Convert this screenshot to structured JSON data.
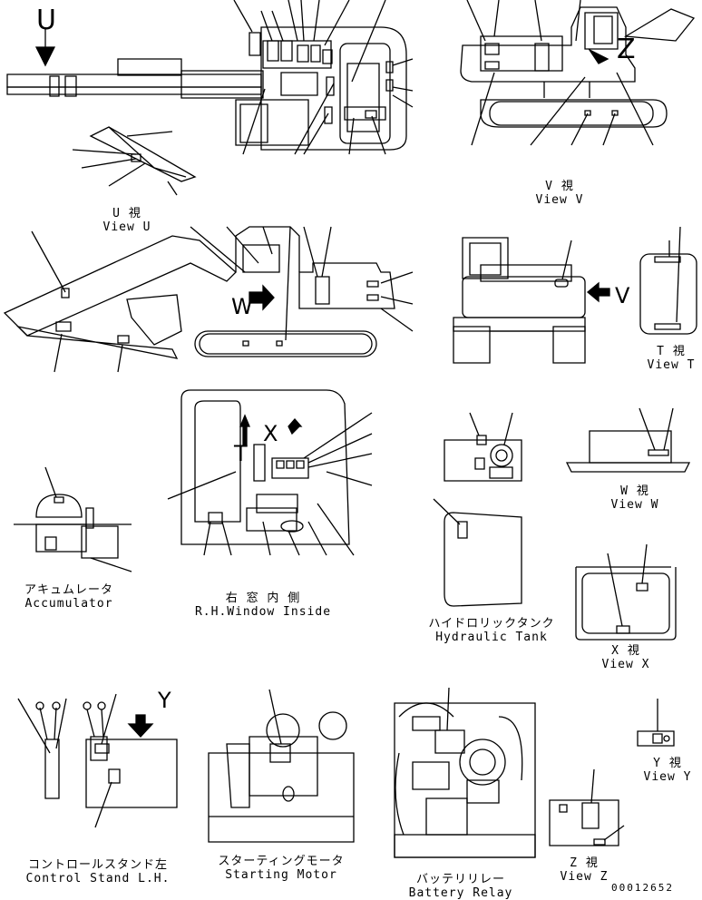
{
  "labels": {
    "view_u_jp": "U 視",
    "view_u_en": "View U",
    "view_v_jp": "V 視",
    "view_v_en": "View V",
    "view_t_jp": "T 視",
    "view_t_en": "View T",
    "view_w_jp": "W 視",
    "view_w_en": "View W",
    "view_x_jp": "X 視",
    "view_x_en": "View X",
    "view_y_jp": "Y 視",
    "view_y_en": "View Y",
    "view_z_jp": "Z 視",
    "view_z_en": "View Z",
    "accumulator_jp": "アキュムレータ",
    "accumulator_en": "Accumulator",
    "rh_window_jp": "右 窓 内 側",
    "rh_window_en": "R.H.Window Inside",
    "hydraulic_tank_jp": "ハイドロリックタンク",
    "hydraulic_tank_en": "Hydraulic Tank",
    "control_stand_jp": "コントロールスタンド左",
    "control_stand_en": "Control Stand L.H.",
    "starting_motor_jp": "スターティングモータ",
    "starting_motor_en": "Starting Motor",
    "battery_relay_jp": "バッテリリレー",
    "battery_relay_en": "Battery Relay"
  },
  "markers": {
    "u": "U",
    "v": "V",
    "w": "W",
    "x": "X",
    "y": "Y",
    "z": "Z",
    "t": "T"
  },
  "doc_number": "00012652"
}
